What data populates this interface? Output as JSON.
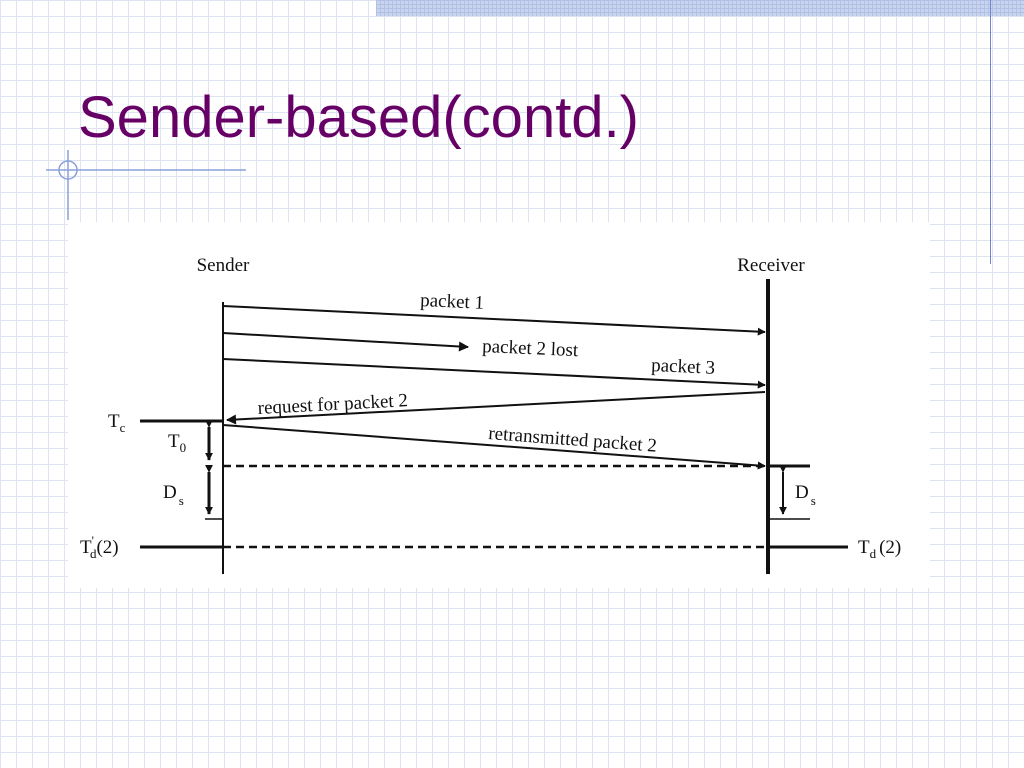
{
  "slide": {
    "title": "Sender-based(contd.)"
  },
  "diagram": {
    "sender_label": "Sender",
    "receiver_label": "Receiver",
    "messages": {
      "packet1": "packet 1",
      "packet2": "packet 2 lost",
      "packet3": "packet 3",
      "request": "request for packet 2",
      "retransmitted": "retransmitted packet 2"
    },
    "labels": {
      "tc": "T",
      "tc_sub": "c",
      "t0": "T",
      "t0_sub": "0",
      "ds_left": "D",
      "ds_left_sub": "s",
      "ds_right": "D",
      "ds_right_sub": "s",
      "td_prime": "T",
      "td_prime_sup": "'",
      "td_prime_sub": "d",
      "td_prime_arg": "(2)",
      "td": "T",
      "td_sub": "d",
      "td_arg": "(2)"
    }
  }
}
